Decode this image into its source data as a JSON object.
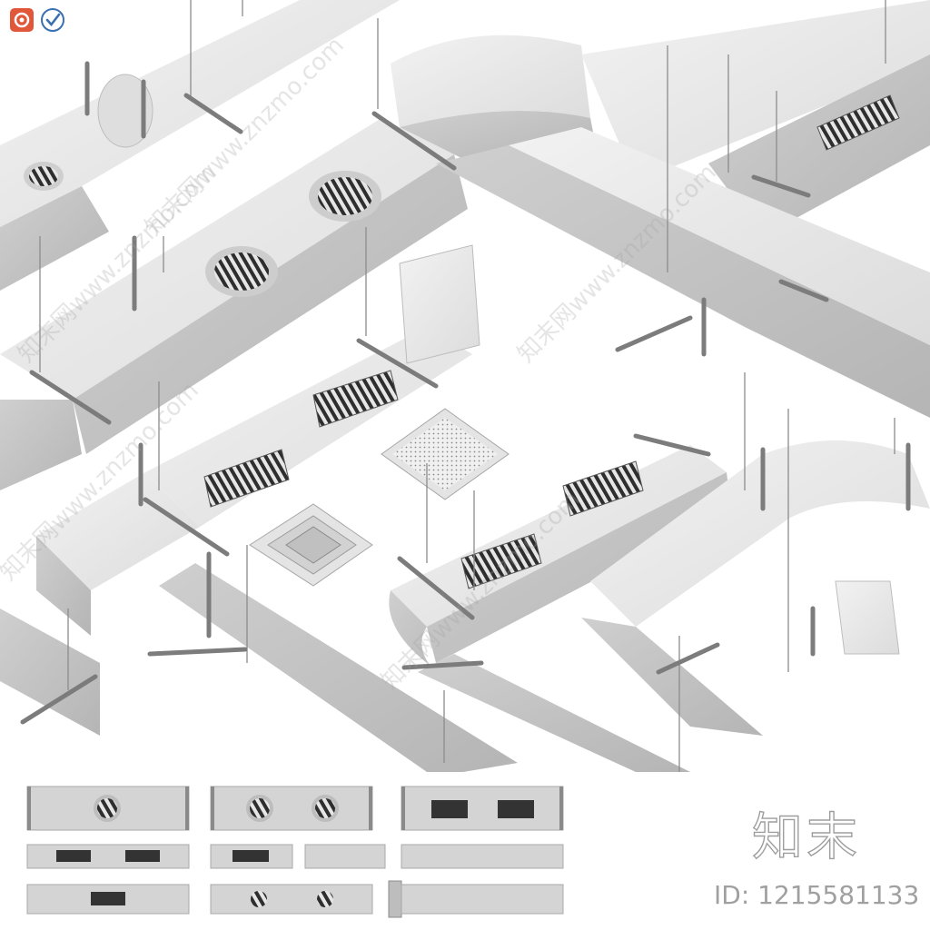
{
  "corner_icons": [
    {
      "name": "render-camera-icon",
      "color": "#e0573a"
    },
    {
      "name": "checkmark-circle-icon",
      "color": "#3a6fb0"
    }
  ],
  "watermarks": [
    {
      "text": "知末网www.znzmo.com"
    },
    {
      "text": "知末网www.znzmo.com"
    },
    {
      "text": "知末网www.znzmo.com"
    },
    {
      "text": "知末网www.znzmo.com"
    },
    {
      "text": "知末网www.znzmo.com"
    }
  ],
  "brand": {
    "logo_text": "知末",
    "id_text": "ID: 1215581133"
  },
  "colors": {
    "duct_top": "#e8e8e8",
    "duct_side": "#c9c9c9",
    "duct_shadow": "#b3b3b3",
    "grille": "#3a3a3a",
    "panel_bg": "#d4d4d4"
  }
}
